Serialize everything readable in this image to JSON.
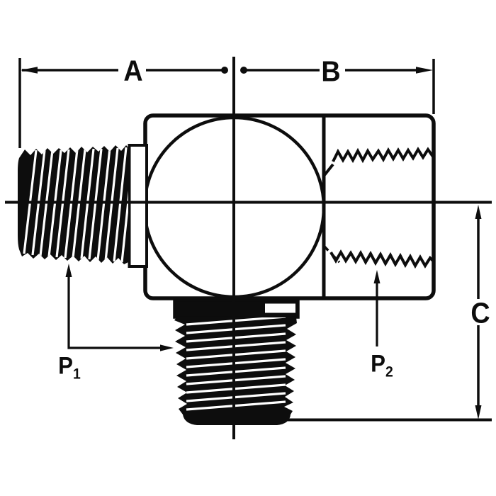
{
  "page": {
    "background_color": "#ffffff",
    "ink_color": "#0d0d0d"
  },
  "drawing": {
    "description": "scanned line drawing of a tee hydraulic fitting: male pipe threads on left and bottom, female threaded port on right, cross-section body with bore circle",
    "labels": {
      "dim_a": "A",
      "dim_b": "B",
      "dim_c": "C",
      "port1": {
        "base": "P",
        "sub": "1"
      },
      "port2": {
        "base": "P",
        "sub": "2"
      }
    }
  }
}
